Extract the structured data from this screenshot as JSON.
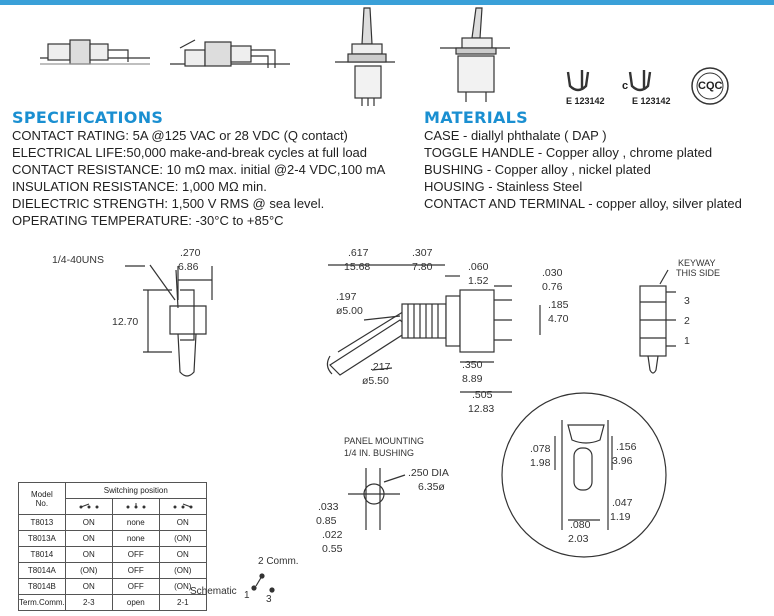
{
  "specifications": {
    "heading": "SPECIFICATIONS",
    "items": [
      "CONTACT RATING: 5A @125 VAC or 28 VDC (Q contact)",
      "ELECTRICAL LIFE:50,000 make-and-break cycles at full load",
      "CONTACT RESISTANCE: 10 mΩ max. initial @2-4 VDC,100 mA",
      "INSULATION RESISTANCE: 1,000 MΩ min.",
      "DIELECTRIC STRENGTH: 1,500 V RMS @ sea level.",
      "OPERATING TEMPERATURE: -30°C to +85°C"
    ]
  },
  "materials": {
    "heading": "MATERIALS",
    "items": [
      "CASE - diallyl phthalate ( DAP )",
      "TOGGLE HANDLE - Copper alloy , chrome plated",
      "BUSHING - Copper alloy , nickel plated",
      "HOUSING - Stainless Steel",
      "CONTACT AND TERMINAL - copper alloy, silver plated"
    ]
  },
  "certifications": {
    "ul_file": "E 123142",
    "cul_prefix": "c",
    "cul_file": "E 123142",
    "cqc": "CQC"
  },
  "dimensions": {
    "thread": "1/4-40UNS",
    "d270": ".270",
    "d686": "6.86",
    "d1270": "12.70",
    "d617": ".617",
    "d1568": "15.68",
    "d307": ".307",
    "d780": "7.80",
    "d060": ".060",
    "d152": "1.52",
    "d030": ".030",
    "d076": "0.76",
    "d185": ".185",
    "d470": "4.70",
    "d197": ".197",
    "d500": "ø5.00",
    "d217": ".217",
    "d550": "ø5.50",
    "d350": ".350",
    "d889": "8.89",
    "d505": ".505",
    "d1283": "12.83",
    "keyway1": "KEYWAY",
    "keyway2": "THIS SIDE",
    "pin3": "3",
    "pin2": "2",
    "pin1": "1",
    "panel1": "PANEL MOUNTING",
    "panel2": "1/4 IN. BUSHING",
    "d250dia": ".250 DIA",
    "d635": "6.35ø",
    "d033": ".033",
    "d085": "0.85",
    "d022": ".022",
    "d055": "0.55",
    "d078": ".078",
    "d198": "1.98",
    "d156": ".156",
    "d396": "3.96",
    "d047": ".047",
    "d119": "1.19",
    "d080": ".080",
    "d203": "2.03"
  },
  "switch_table": {
    "header_model": "Model\nNo.",
    "header_position": "Switching position",
    "rows": [
      [
        "T8013",
        "ON",
        "none",
        "ON"
      ],
      [
        "T8013A",
        "ON",
        "none",
        "(ON)"
      ],
      [
        "T8014",
        "ON",
        "OFF",
        "ON"
      ],
      [
        "T8014A",
        "(ON)",
        "OFF",
        "(ON)"
      ],
      [
        "T8014B",
        "ON",
        "OFF",
        "(ON)"
      ],
      [
        "Term.Comm.",
        "2-3",
        "open",
        "2-1"
      ]
    ]
  },
  "schematic": {
    "label": "Schematic",
    "comm": "2 Comm.",
    "t1": "1",
    "t3": "3"
  }
}
